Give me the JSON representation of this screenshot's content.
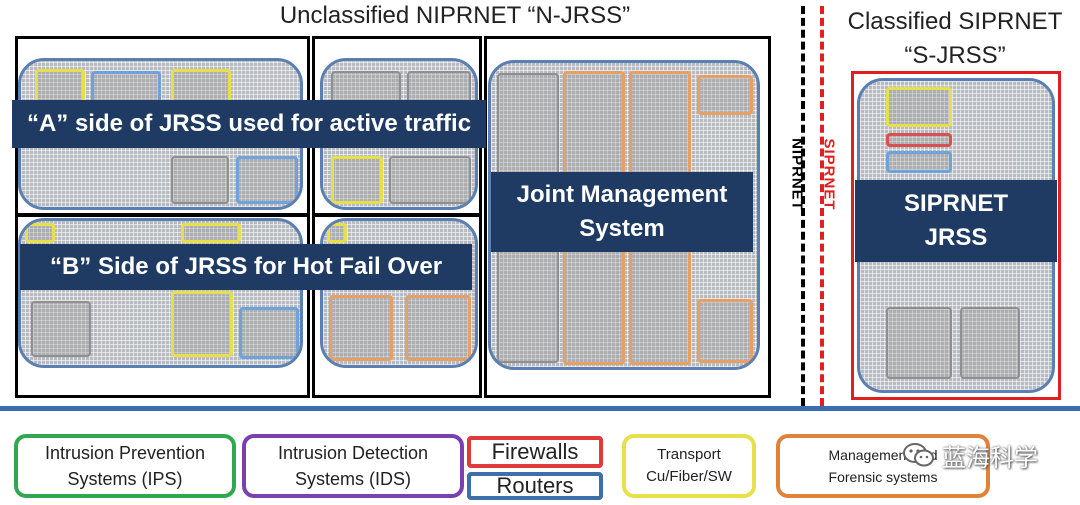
{
  "headings": {
    "niprnet": "Unclassified NIPRNET “N-JRSS”",
    "siprnet_line1": "Classified SIPRNET",
    "siprnet_line2": "“S-JRSS”"
  },
  "labels": {
    "side_a": "“A” side of JRSS used for active traffic",
    "side_b": "“B” Side of JRSS for Hot Fail Over",
    "jms_line1": "Joint Management",
    "jms_line2": "System",
    "sip_line1": "SIPRNET",
    "sip_line2": "JRSS"
  },
  "dividers": {
    "niprnet": "NIPRNET",
    "siprnet": "SIPRNET"
  },
  "legend": {
    "ips_line1": "Intrusion Prevention",
    "ips_line2": "Systems (IPS)",
    "ids_line1": "Intrusion Detection",
    "ids_line2": "Systems (IDS)",
    "firewalls": "Firewalls",
    "routers": "Routers",
    "transport_line1": "Transport",
    "transport_line2": "Cu/Fiber/SW",
    "mgmt_line1": "Management",
    "mgmt_line1b": "and",
    "mgmt_line2": "Forensic systems"
  },
  "watermark": "蓝海科学",
  "colors": {
    "ips": "#2fa84f",
    "ids": "#7b3fb0",
    "firewalls": "#e03a3a",
    "routers": "#3f6fa8",
    "transport": "#e8e04a",
    "management": "#e0823a",
    "label_bg": "#1f3b63",
    "divider_blue": "#3b6db0",
    "siprnet_red": "#e02020"
  }
}
